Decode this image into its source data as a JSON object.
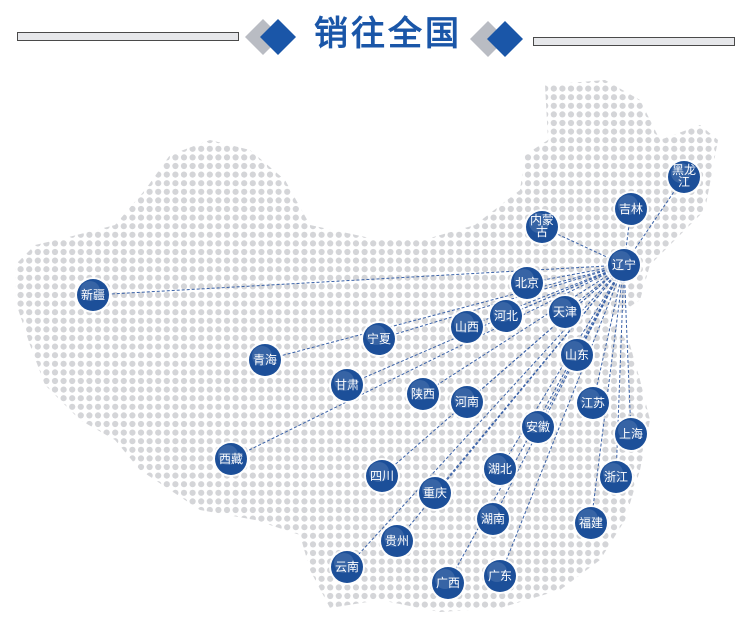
{
  "header": {
    "title": "销往全国",
    "accent_color": "#1a56a8",
    "diamond_shadow_color": "#b9bcc3"
  },
  "map": {
    "hub": "辽宁",
    "dot_color": "#d4d5d8",
    "node_fill": "#1c4f99",
    "node_ring": "#ffffff",
    "link_color": "#3a62a8",
    "cities": [
      {
        "name": "黑龙江",
        "lines": [
          "黑龙",
          "江"
        ]
      },
      {
        "name": "吉林"
      },
      {
        "name": "内蒙古",
        "lines": [
          "内蒙",
          "古"
        ]
      },
      {
        "name": "辽宁"
      },
      {
        "name": "北京"
      },
      {
        "name": "新疆"
      },
      {
        "name": "天津"
      },
      {
        "name": "河北"
      },
      {
        "name": "山西"
      },
      {
        "name": "宁夏"
      },
      {
        "name": "青海"
      },
      {
        "name": "山东"
      },
      {
        "name": "甘肃"
      },
      {
        "name": "陕西"
      },
      {
        "name": "河南"
      },
      {
        "name": "江苏"
      },
      {
        "name": "安徽"
      },
      {
        "name": "上海"
      },
      {
        "name": "西藏"
      },
      {
        "name": "四川"
      },
      {
        "name": "湖北"
      },
      {
        "name": "浙江"
      },
      {
        "name": "重庆"
      },
      {
        "name": "福建"
      },
      {
        "name": "湖南"
      },
      {
        "name": "贵州"
      },
      {
        "name": "云南"
      },
      {
        "name": "广西"
      },
      {
        "name": "广东"
      }
    ]
  }
}
